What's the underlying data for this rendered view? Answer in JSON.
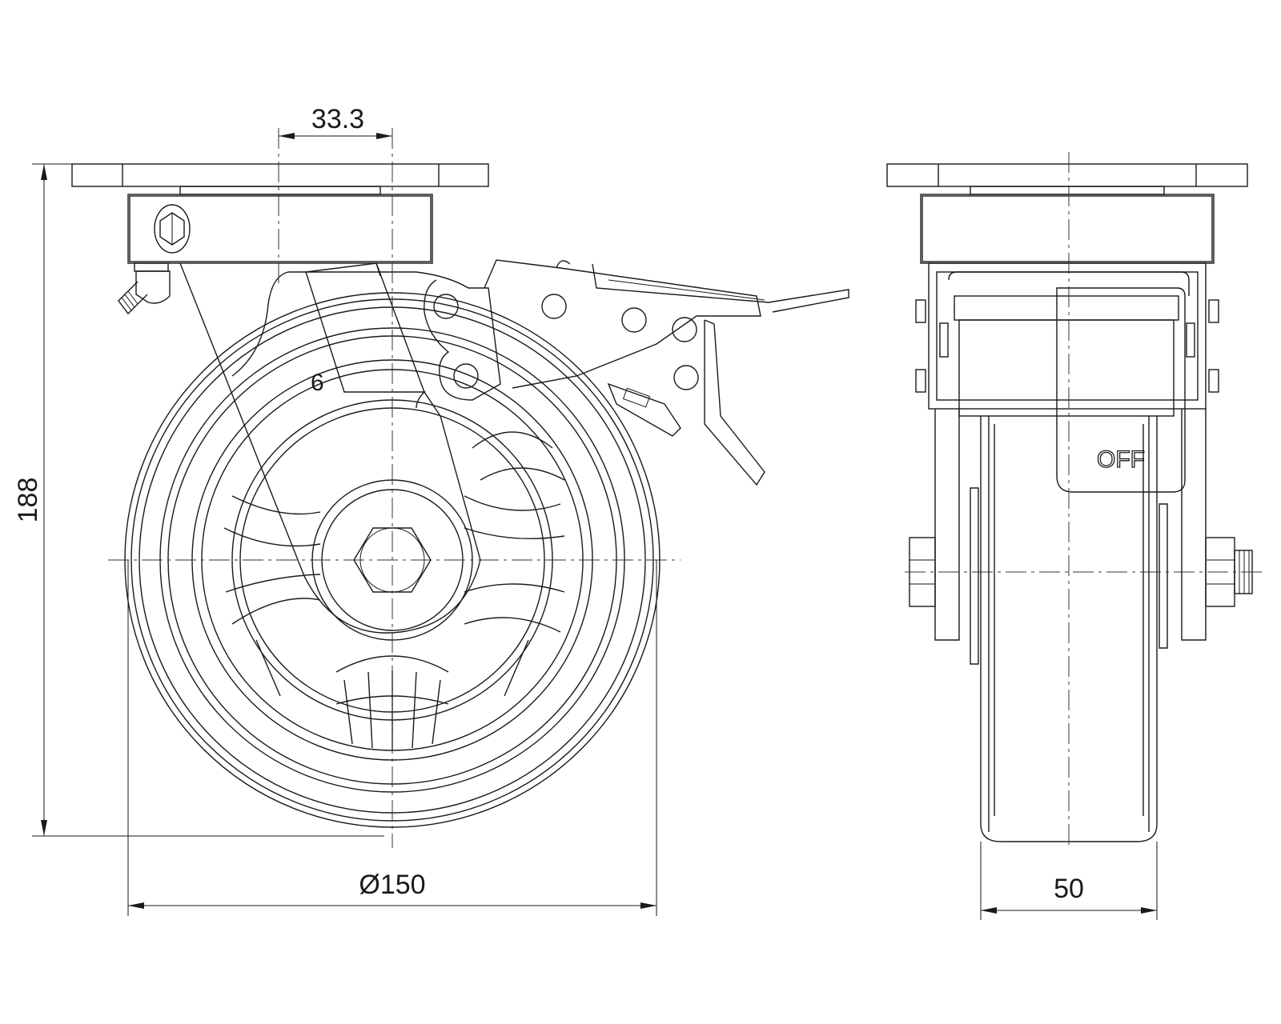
{
  "dimensions": {
    "offset": "33.3",
    "height": "188",
    "diameter": "Ø150",
    "width": "50"
  },
  "markings": {
    "brake_label": "OFF",
    "fork_number": "6"
  }
}
